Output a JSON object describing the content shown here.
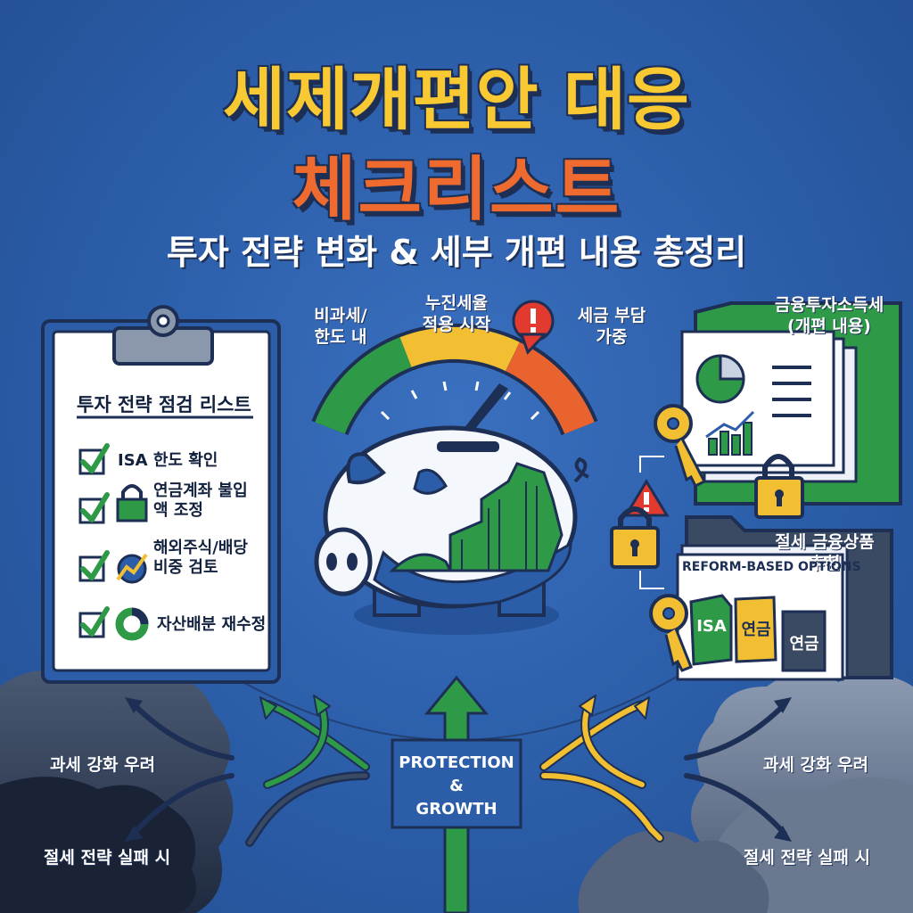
{
  "header": {
    "title_line1": "세제개편안 대응",
    "title_line2": "체크리스트",
    "subtitle": "투자 전략 변화 & 세부 개편 내용 총정리"
  },
  "gauge": {
    "label_left": [
      "비과세/",
      "한도 내"
    ],
    "label_top": [
      "누진세율",
      "적용 시작"
    ],
    "label_right": [
      "세금 부담",
      "가중"
    ],
    "colors": {
      "green": "#2e9a48",
      "yellow": "#f2be32",
      "orange": "#e8632d"
    }
  },
  "clipboard": {
    "title": "투자 전략 점검 리스트",
    "items": [
      {
        "text": "ISA 한도 확인",
        "icon": "none"
      },
      {
        "text": "연금계좌 불입액 조정",
        "icon": "lock-icon"
      },
      {
        "text": "해외주식/배당 비중 검토",
        "icon": "globe-chart-icon"
      },
      {
        "text": "자산배분 재수정",
        "icon": "donut-chart-icon"
      }
    ]
  },
  "right_panel": {
    "finance_tax_label": [
      "금융투자소득세",
      "(개편 내용)"
    ],
    "products_label": [
      "절세 금융상품",
      "추천"
    ],
    "options_title": "REFORM-BASED OPTIONS",
    "tabs": [
      {
        "label": "ISA",
        "color": "#2e9a48"
      },
      {
        "label": "연금",
        "color": "#f2be32"
      },
      {
        "label": "연금",
        "color": "#3b4a63"
      }
    ]
  },
  "bottom": {
    "center_label": [
      "PROTECTION",
      "&",
      "GROWTH"
    ],
    "left_top": "과세 강화 우려",
    "left_bottom": "절세 전략 실패 시",
    "right_top": "과세 강화 우려",
    "right_bottom": "절세 전략 실패 시"
  },
  "colors": {
    "background": "#2b5da8",
    "title_yellow": "#f8c932",
    "title_orange": "#ee6a2e",
    "outline": "#1d2f55"
  }
}
